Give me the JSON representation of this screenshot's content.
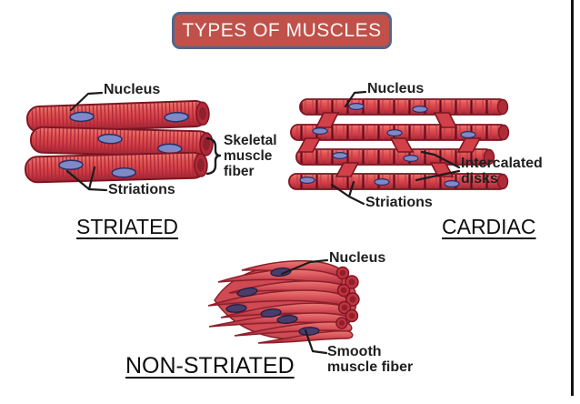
{
  "title": {
    "label": "TYPES OF MUSCLES"
  },
  "striated": {
    "name": "STRIATED",
    "nucleus_label": "Nucleus",
    "striations_label": "Striations",
    "fiber_label_lines": [
      "Skeletal",
      "muscle",
      "fiber"
    ]
  },
  "cardiac": {
    "name": "CARDIAC",
    "nucleus_label": "Nucleus",
    "striations_label": "Striations",
    "disks_label_lines": [
      "Intercalated",
      "disks"
    ]
  },
  "smooth": {
    "name": "NON-STRIATED",
    "nucleus_label": "Nucleus",
    "fiber_label_lines": [
      "Smooth",
      "muscle fiber"
    ]
  },
  "colors": {
    "background": "#ffffff",
    "title_bg": "#c0504a",
    "title_border": "#51678c",
    "title_text": "#fdf5f3",
    "fiber_red": "#d6414b",
    "fiber_outline": "#7d1622",
    "striation_line": "#aa2838",
    "intercalated_disk": "#5f0e1f",
    "nucleus_fill": "#7f89c6",
    "nucleus_stroke": "#272f68",
    "smooth_nucleus_fill": "#4a3d6b",
    "label_text": "#1f1f1f",
    "heading_text": "#0e0e0e",
    "frame_line": "#121212"
  }
}
